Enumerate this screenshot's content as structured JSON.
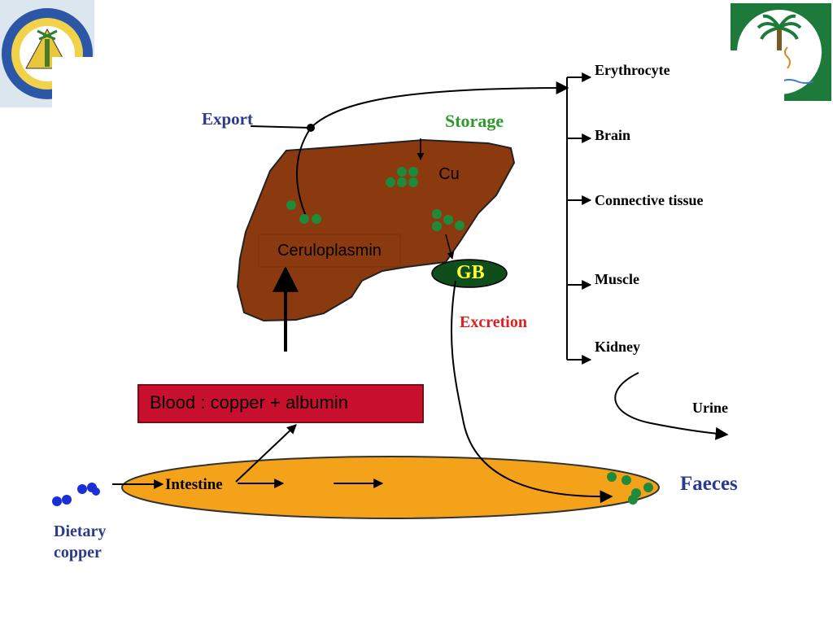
{
  "labels": {
    "export": "Export",
    "storage": "Storage",
    "cu": "Cu",
    "ceruloplasmin": "Ceruloplasmin",
    "gb": "GB",
    "excretion": "Excretion",
    "blood": "Blood : copper + albumin",
    "intestine": "Intestine",
    "dietary_copper_line1": "Dietary",
    "dietary_copper_line2": "copper",
    "faeces": "Faeces",
    "urine": "Urine"
  },
  "targets": [
    "Erythrocyte",
    "Brain",
    "Connective tissue",
    "Muscle",
    "Kidney"
  ],
  "colors": {
    "liver": "#8b3a0f",
    "box": "#8b3a0f",
    "blood_box": "#c8102e",
    "intestine": "#f5a21b",
    "copper_green": "#1f8a3a",
    "copper_blue": "#1a2fd6",
    "gb": "#0f4d1b",
    "gb_text": "#ffff33",
    "label_blue": "#2b3a8c",
    "label_green": "#2e9a2e",
    "label_red": "#e02020"
  },
  "logos": {
    "left": "university-seal-logo",
    "right": "palm-tree-emblem-logo"
  }
}
